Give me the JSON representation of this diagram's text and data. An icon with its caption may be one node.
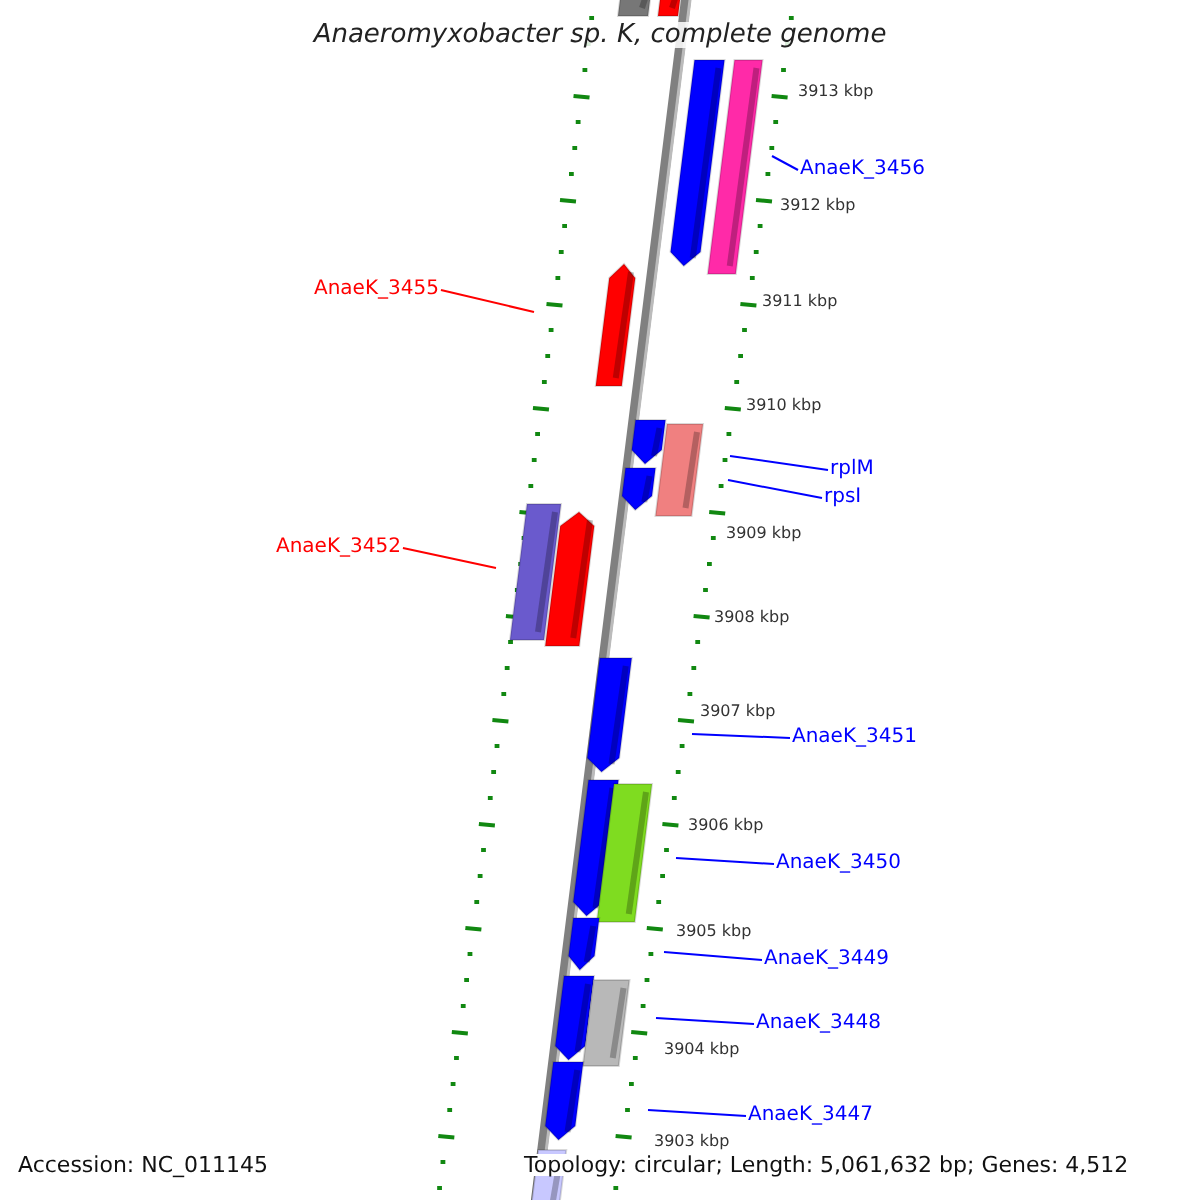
{
  "diagram": {
    "title": "Anaeromyxobacter sp. K, complete genome",
    "nodes": [
      {
        "text": [
          "AnaeK_3456"
        ]
      },
      {
        "text": [
          "AnaeK_3455"
        ]
      },
      {
        "text": [
          "rplM"
        ]
      },
      {
        "text": [
          "rpsI"
        ]
      },
      {
        "text": [
          "AnaeK_3452"
        ]
      },
      {
        "text": [
          "AnaeK_3451"
        ]
      },
      {
        "text": [
          "AnaeK_3450"
        ]
      },
      {
        "text": [
          "AnaeK_3449"
        ]
      },
      {
        "text": [
          "AnaeK_3448"
        ]
      },
      {
        "text": [
          "AnaeK_3447"
        ]
      }
    ],
    "edges": [
      {
        "from": 0,
        "to": null,
        "arrow": "none"
      },
      {
        "from": 1,
        "to": null,
        "arrow": "none",
        "color": "#ff0000"
      },
      {
        "from": 2,
        "to": null,
        "arrow": "none"
      },
      {
        "from": 3,
        "to": null,
        "arrow": "none"
      },
      {
        "from": 4,
        "to": null,
        "arrow": "none",
        "color": "#ff0000"
      },
      {
        "from": 5,
        "to": null,
        "arrow": "none"
      },
      {
        "from": 6,
        "to": null,
        "arrow": "none"
      },
      {
        "from": 7,
        "to": null,
        "arrow": "none"
      },
      {
        "from": 8,
        "to": null,
        "arrow": "none"
      },
      {
        "from": 9,
        "to": null,
        "arrow": "none"
      }
    ],
    "labels": [
      "3913 kbp",
      "3912 kbp",
      "3911 kbp",
      "3910 kbp",
      "3909 kbp",
      "3908 kbp",
      "3907 kbp",
      "3906 kbp",
      "3905 kbp",
      "3904 kbp",
      "3903 kbp",
      "Accession: NC_011145",
      "Topology: circular; Length: 5,061,632 bp; Genes: 4,512"
    ]
  }
}
